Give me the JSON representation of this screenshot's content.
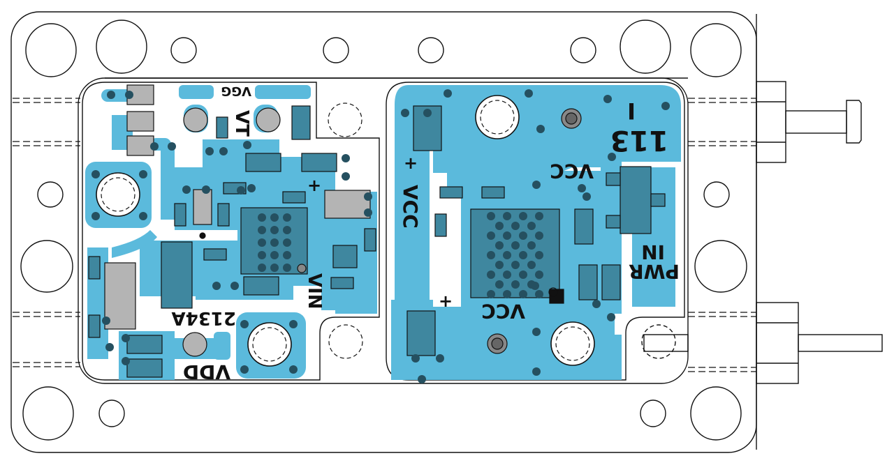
{
  "drawing": {
    "title": "PCB assembly drawing - dual amplifier housing",
    "colors": {
      "copper": "#5bbadc",
      "copper_dark": "#3f879f",
      "via": "#255060",
      "body": "#b4b4b4",
      "outline": "#111111",
      "background": "#ffffff"
    }
  },
  "left_board": {
    "labels": {
      "vgg": "VGG",
      "vt": "VT",
      "vin": "VIN",
      "part_number": "2134A",
      "vdd": "VDD"
    }
  },
  "right_board": {
    "labels": {
      "vcc_top": "VCC",
      "vcc_side": "VCC",
      "vcc_bottom": "VCC",
      "id_i": "I",
      "id_num": "113",
      "pwr": "PWR",
      "in": "IN",
      "plus_top": "+",
      "plus_bottom": "+"
    }
  },
  "left_plus": "+"
}
